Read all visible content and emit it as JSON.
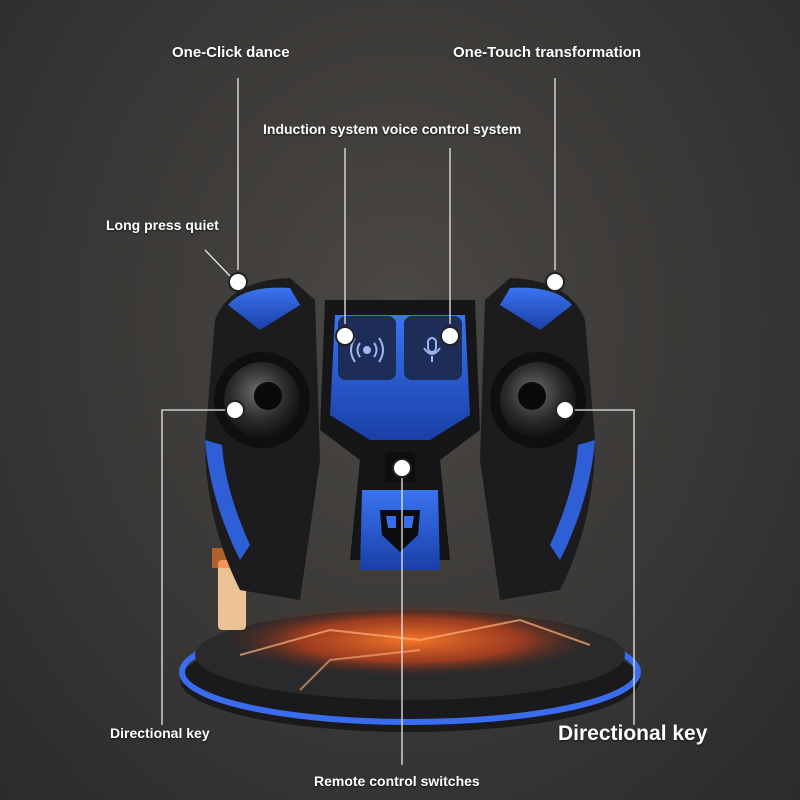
{
  "callouts": {
    "one_click_dance": "One-Click dance",
    "one_touch_transformation": "One-Touch transformation",
    "induction_voice_control": "Induction system voice control system",
    "long_press_quiet": "Long press quiet",
    "directional_key_left": "Directional key",
    "directional_key_right": "Directional key",
    "remote_control_switches": "Remote control switches"
  },
  "colors": {
    "accent_blue": "#2f5fd6",
    "body_black": "#1c1c1e",
    "glow_orange": "#ff8a3a",
    "callout_line": "#f2f2f2"
  },
  "icons": [
    "sound-wave-icon",
    "microphone-icon",
    "autobot-logo-icon"
  ]
}
